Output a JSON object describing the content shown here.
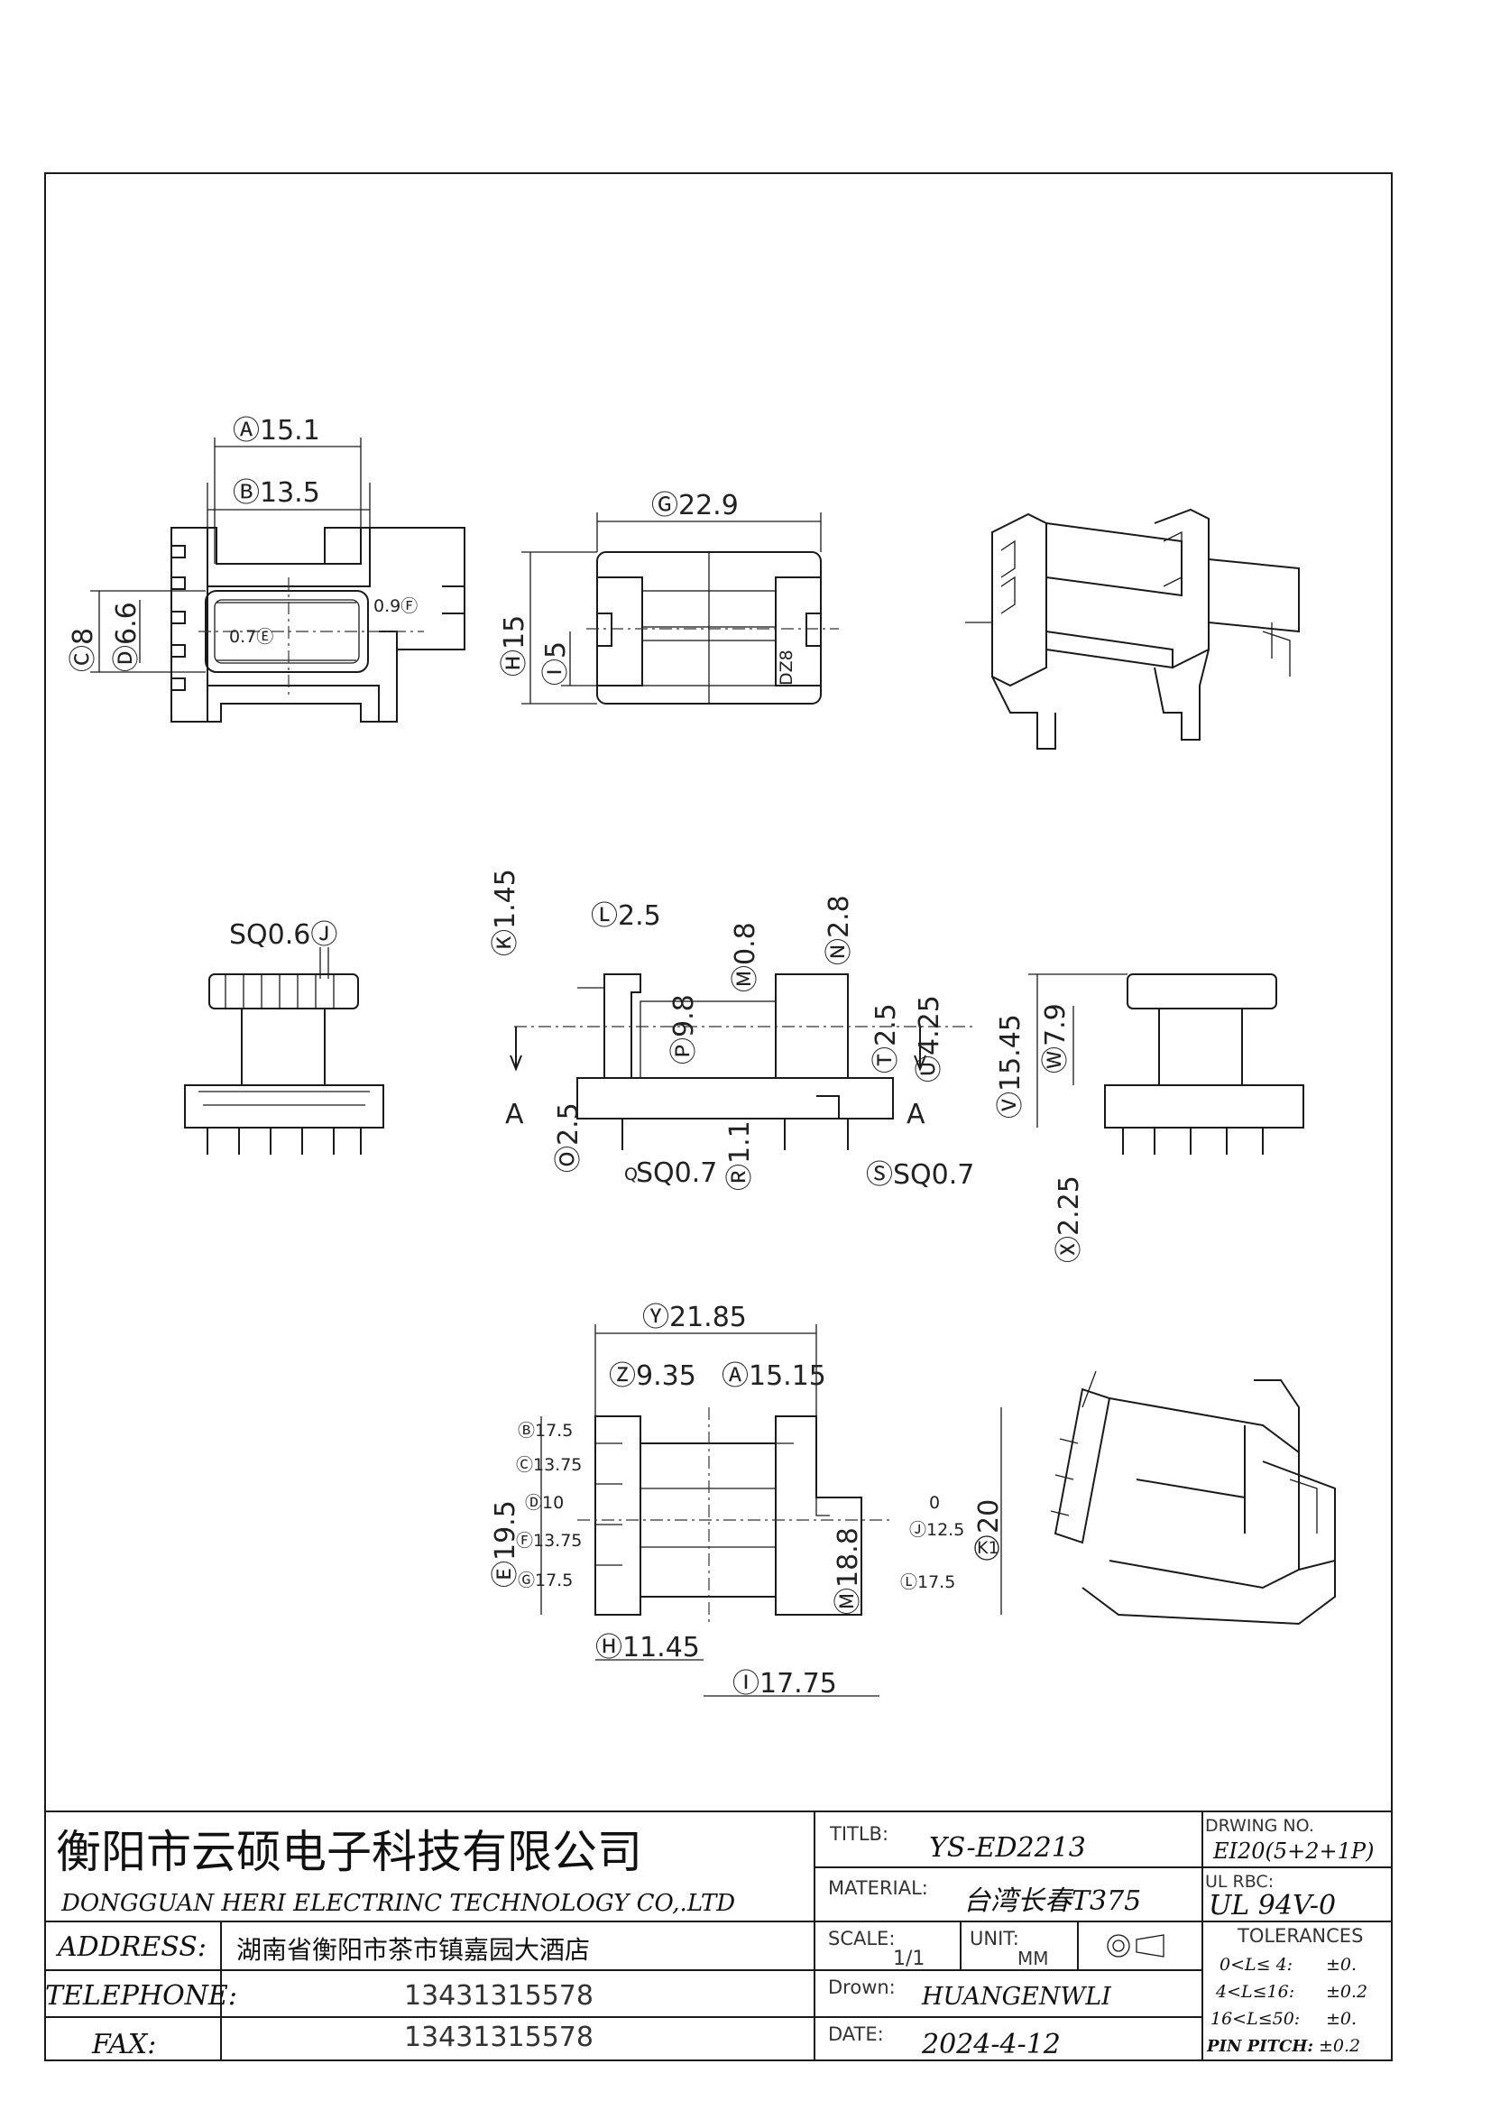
{
  "top_views": {
    "dim_A": "Ⓐ15.1",
    "dim_B": "Ⓑ13.5",
    "dim_C": "Ⓒ8",
    "dim_D": "Ⓓ6.6",
    "dim_E": "0.7Ⓔ",
    "dim_F": "0.9Ⓕ",
    "dim_G": "Ⓖ22.9",
    "dim_H": "Ⓗ15",
    "dim_I": "Ⓘ5",
    "marking": "DZ8"
  },
  "side_views": {
    "dim_J": "SQ0.6Ⓙ",
    "dim_K": "Ⓚ1.45",
    "dim_L": "Ⓛ2.5",
    "dim_M": "Ⓜ0.8",
    "dim_N": "Ⓝ2.8",
    "dim_O": "Ⓞ2.5",
    "dim_P": "Ⓟ9.8",
    "dim_Q": "SQ0.7",
    "dim_Q_mark": "Q",
    "dim_R": "Ⓡ1.1",
    "dim_S": "ⓈSQ0.7",
    "dim_T": "Ⓣ2.5",
    "dim_U": "Ⓤ4.25",
    "dim_V": "Ⓥ15.45",
    "dim_W": "Ⓦ7.9",
    "dim_X": "Ⓧ2.25",
    "section_a": "A"
  },
  "bottom_views": {
    "dim_Y": "Ⓨ21.85",
    "dim_Z": "Ⓩ9.35",
    "dim_A1": "Ⓐ15.15",
    "dim_B1": "Ⓑ17.5",
    "dim_C1": "Ⓒ13.75",
    "dim_D1": "Ⓓ10",
    "dim_E1": "Ⓔ19.5",
    "dim_F1": "Ⓕ13.75",
    "dim_G1": "Ⓖ17.5",
    "dim_H1": "Ⓗ11.45",
    "dim_I1": "Ⓘ17.75",
    "dim_J1": "Ⓙ12.5",
    "dim_zero": "0",
    "dim_K1": "K1",
    "dim_K1_val": "20",
    "dim_L1": "Ⓛ17.5",
    "dim_M1": "Ⓜ18.8"
  },
  "title_block": {
    "company_cn": "衡阳市云硕电子科技有限公司",
    "company_en": "DONGGUAN HERI ELECTRINC TECHNOLOGY CO,.LTD",
    "address_label": "ADDRESS:",
    "address_value": "湖南省衡阳市茶市镇嘉园大酒店",
    "telephone_label": "TELEPHONE:",
    "telephone_value": "13431315578",
    "fax_label": "FAX:",
    "fax_value": "13431315578",
    "title_label": "TITLB:",
    "title_value": "YS-ED2213",
    "material_label": "MATERIAL:",
    "material_value": "台湾长春T375",
    "scale_label": "SCALE:",
    "scale_value": "1/1",
    "unit_label": "UNIT:",
    "unit_value": "MM",
    "drawn_label": "Drown:",
    "drawn_value": "HUANGENWLI",
    "date_label": "DATE:",
    "date_value": "2024-4-12",
    "drawing_no_label": "DRWING NO.",
    "drawing_no_value": "EI20(5+2+1P)",
    "ul_label": "UL RBC:",
    "ul_value": "UL 94V-0",
    "tolerances_label": "TOLERANCES",
    "tol_1": "0<L≤ 4:",
    "tol_1_val": "±0.",
    "tol_2": "4<L≤16:",
    "tol_2_val": "±0.2",
    "tol_3": "16<L≤50:",
    "tol_3_val": "±0.",
    "tol_4": "PIN PITCH:",
    "tol_4_val": "±0.2"
  }
}
